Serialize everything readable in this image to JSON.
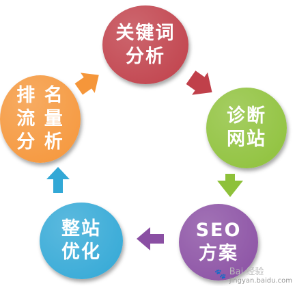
{
  "nodes": [
    {
      "id": "keyword-analysis",
      "lines": [
        "关键词",
        "分析"
      ],
      "color": "#c0404a"
    },
    {
      "id": "diagnose-site",
      "lines": [
        "诊断",
        "网站"
      ],
      "color": "#8ec13a"
    },
    {
      "id": "seo-plan",
      "lines": [
        "SEO",
        "方案"
      ],
      "color": "#8a4fa3"
    },
    {
      "id": "site-optimize",
      "lines": [
        "整站",
        "优化"
      ],
      "color": "#32a8d6"
    },
    {
      "id": "ranking-traffic",
      "lines": [
        "排 名",
        "流 量",
        "分 析"
      ],
      "color": "#f5963a"
    }
  ],
  "arrows": [
    {
      "from": "keyword-analysis",
      "to": "diagnose-site",
      "color": "#c0404a"
    },
    {
      "from": "diagnose-site",
      "to": "seo-plan",
      "color": "#8ec13a"
    },
    {
      "from": "seo-plan",
      "to": "site-optimize",
      "color": "#8a4fa3"
    },
    {
      "from": "site-optimize",
      "to": "ranking-traffic",
      "color": "#32a8d6"
    },
    {
      "from": "ranking-traffic",
      "to": "keyword-analysis",
      "color": "#f5963a"
    }
  ],
  "watermark": {
    "text": "Bai 经验",
    "sub": "jingyan.baidu.com"
  }
}
